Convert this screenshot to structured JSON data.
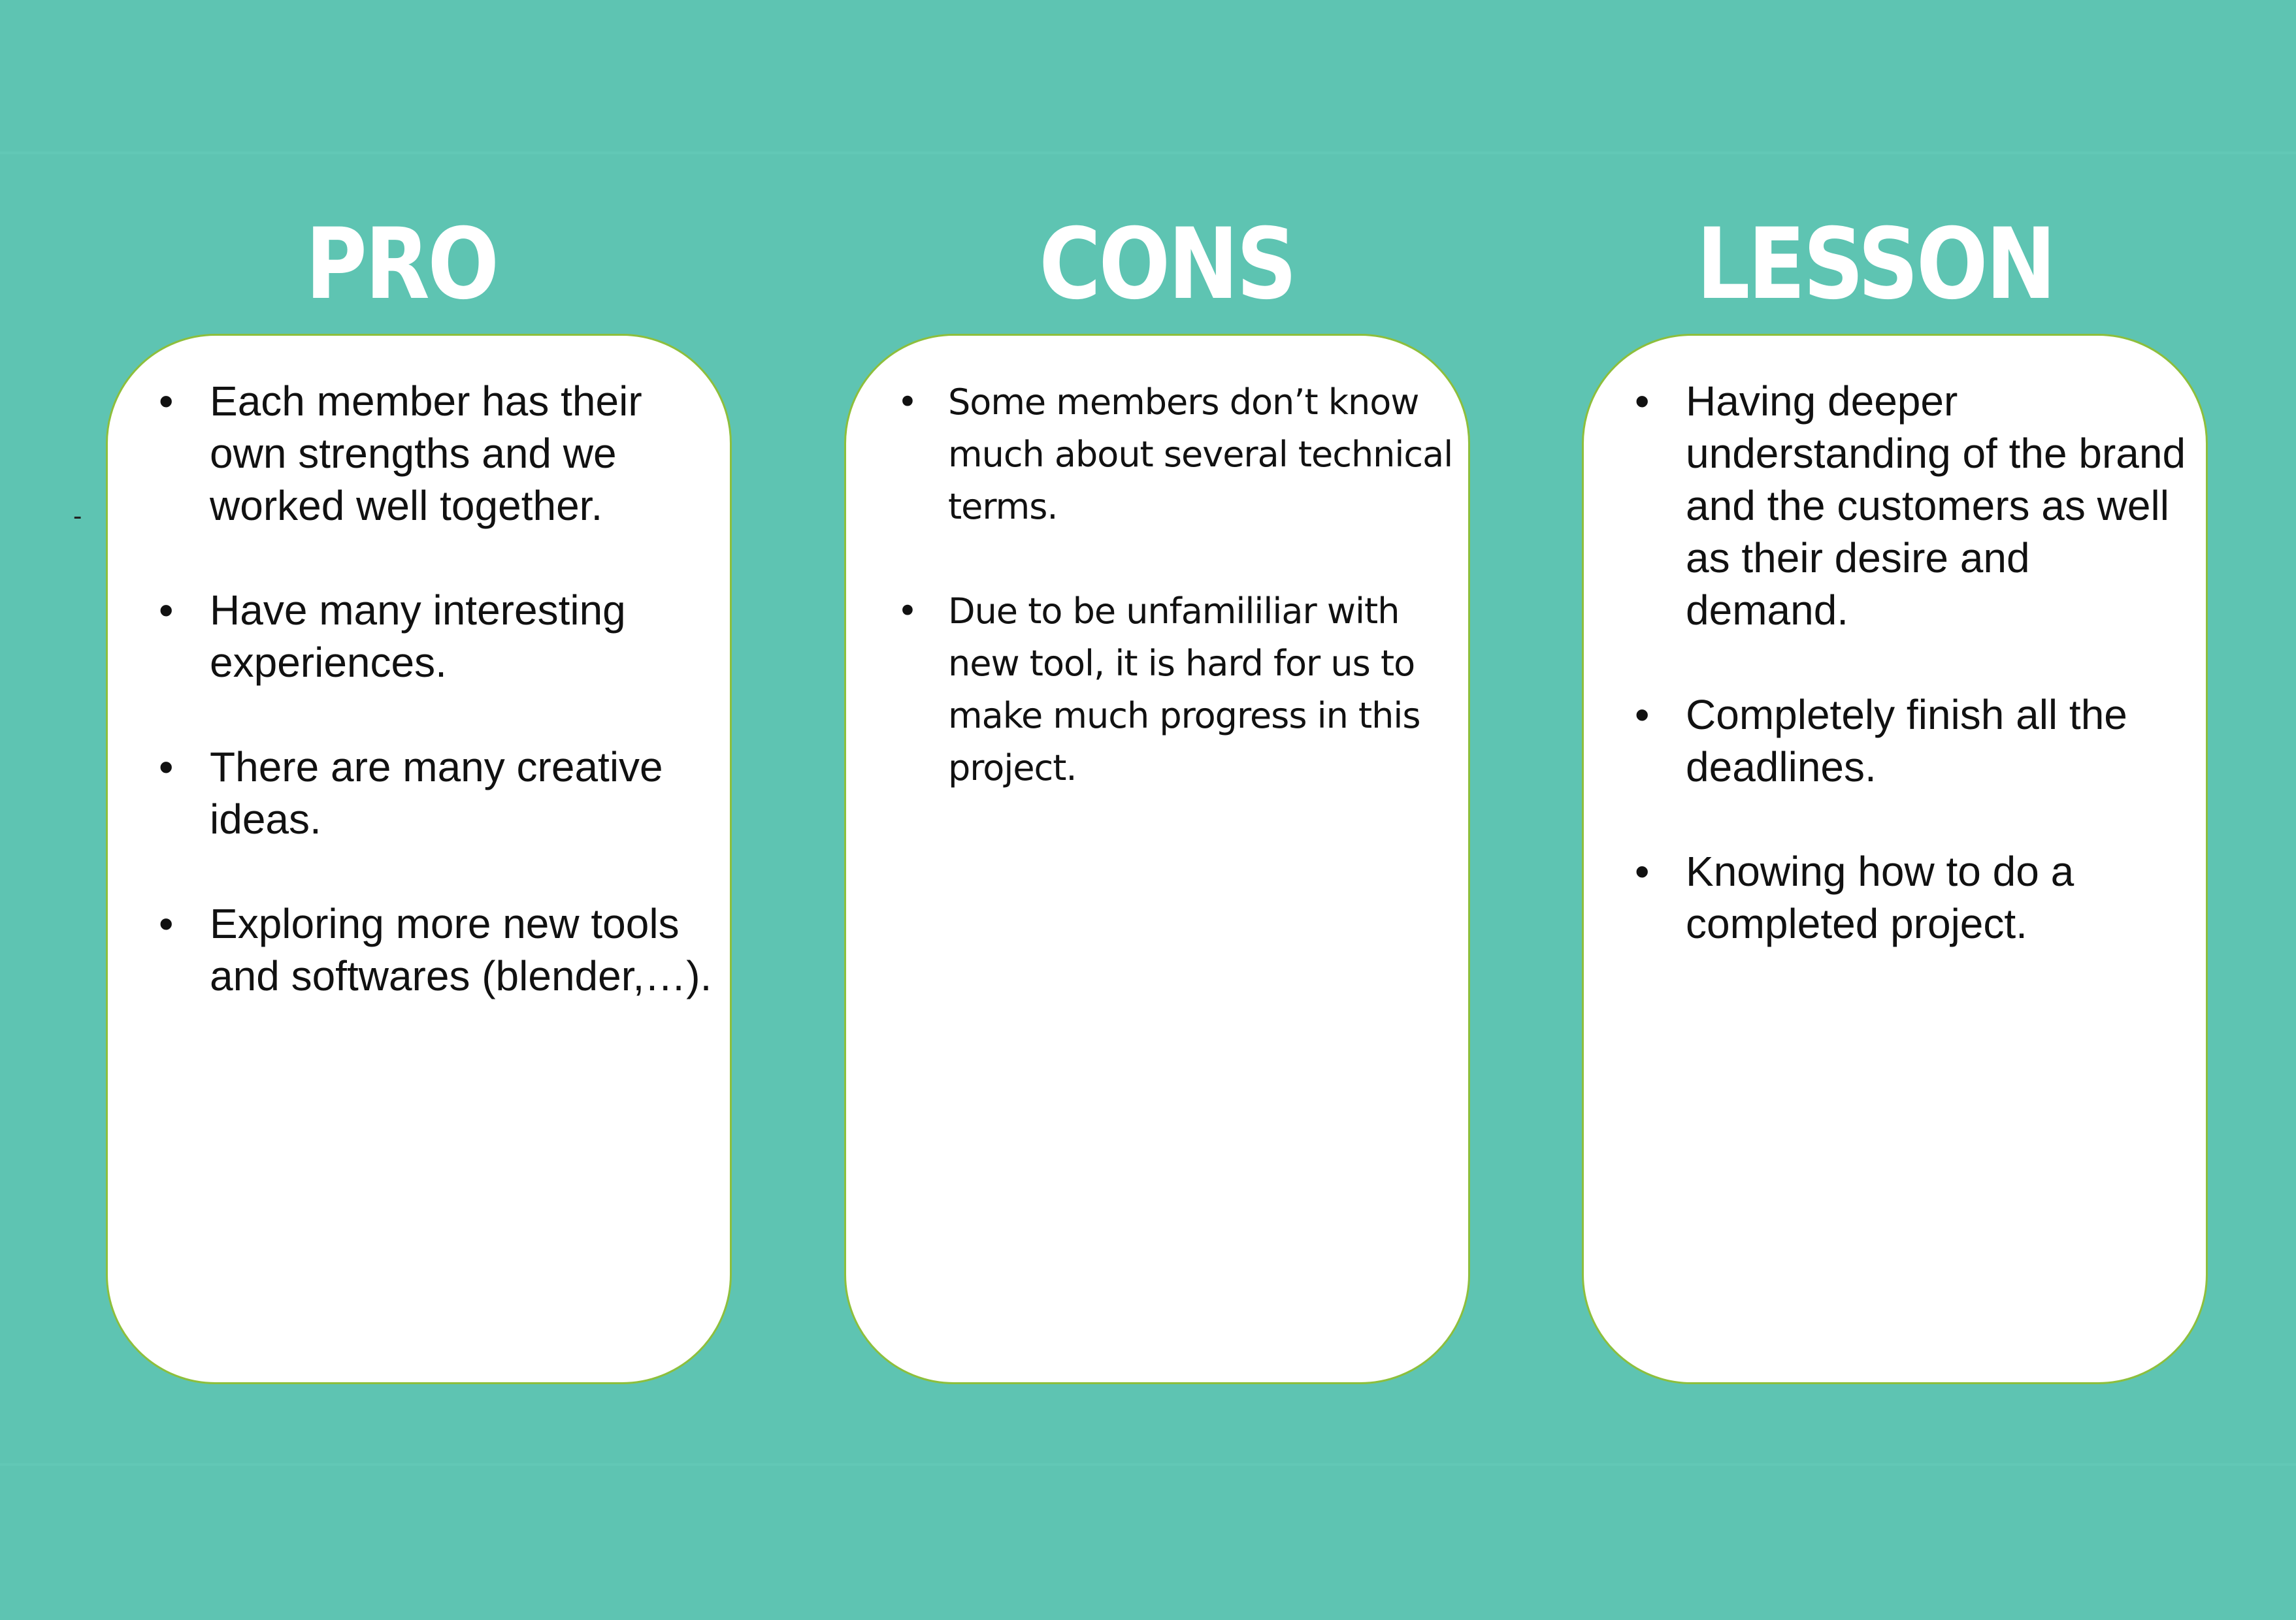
{
  "columns": [
    {
      "title": "PRO",
      "items": [
        "Each member has their own strengths and we worked well together.",
        "Have many interesting experiences.",
        "There are many creative ideas.",
        "Exploring more new tools and softwares (blender,…)."
      ]
    },
    {
      "title": "CONS",
      "items": [
        "Some members don’t know much about several technical terms.",
        "Due to be unfamililiar with new tool, it is hard for us to make much progress in this project."
      ]
    },
    {
      "title": "LESSON",
      "items": [
        "Having deeper understanding of the brand and the customers as well as their desire and demand.",
        "Completely finish all the deadlines.",
        "Knowing how to do a completed project."
      ]
    }
  ],
  "bullet_glyph": "•",
  "stray_mark": "-",
  "colors": {
    "background": "#5ec4b2",
    "card": "#ffffff",
    "card_border": "#8dbf3c",
    "heading": "#ffffff",
    "text": "#111111"
  }
}
